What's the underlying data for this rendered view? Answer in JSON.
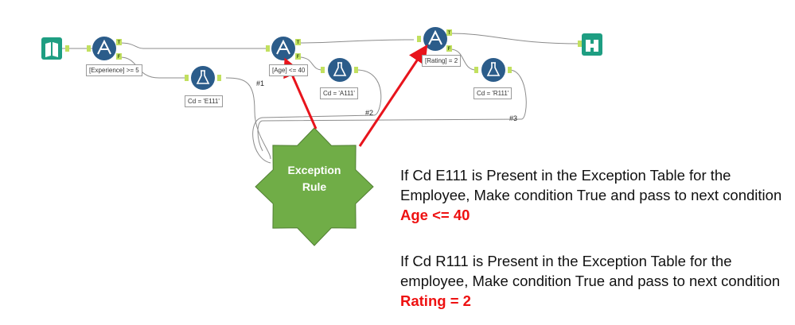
{
  "workflow": {
    "filter1": {
      "condition": "[Experience] >= 5"
    },
    "filter2": {
      "condition": "[Age] <= 40"
    },
    "filter3": {
      "condition": "[Rating] = 2"
    },
    "formula1": {
      "expression": "Cd = 'E111'"
    },
    "formula2": {
      "expression": "Cd = 'A111'"
    },
    "formula3": {
      "expression": "Cd = 'R111'"
    },
    "anchors": {
      "true": "T",
      "false": "F"
    },
    "connections": [
      "#1",
      "#2",
      "#3"
    ]
  },
  "exception_rule": {
    "line1": "Exception",
    "line2": "Rule",
    "color": "#70ad47"
  },
  "colors": {
    "filter": "#2b5c8a",
    "formula": "#2b5c8a",
    "io": "#1e9e82",
    "arrow": "#e8141c",
    "highlight": "#ee1111"
  },
  "notes": [
    {
      "text": "If Cd E111 is Present in the Exception Table for the Employee, Make condition True and pass to next condition ",
      "highlight": "Age <= 40"
    },
    {
      "text": "If Cd R111 is Present in the Exception Table for the employee, Make condition True and pass to next condition ",
      "highlight": "Rating = 2"
    }
  ]
}
